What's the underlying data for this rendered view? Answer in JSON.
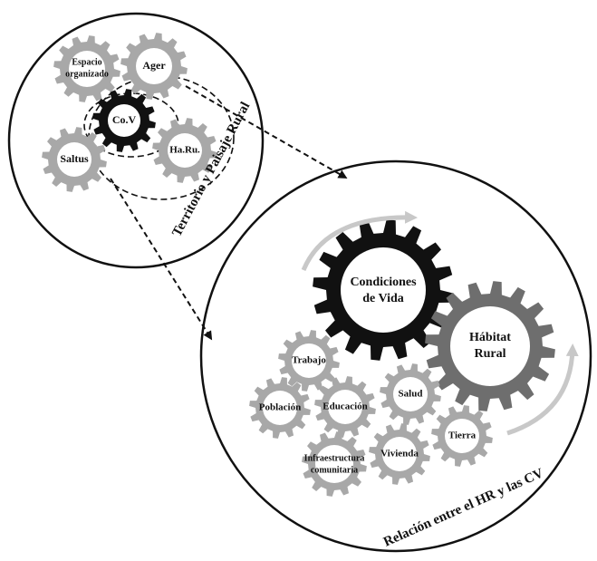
{
  "colors": {
    "black_gear": "#111111",
    "dark_gear": "#6e6e6e",
    "light_gear": "#a8a8a8",
    "arrow_light": "#c8c8c8",
    "background": "#ffffff"
  },
  "small_circle": {
    "caption": "Territorio y Paisaje Rural",
    "gears": {
      "espacio_line1": "Espacio",
      "espacio_line2": "organizado",
      "ager": "Ager",
      "cov": "Co.V",
      "saltus": "Saltus",
      "haru": "Ha.Ru."
    }
  },
  "large_circle": {
    "caption": "Relación entre el HR y las CV",
    "gears": {
      "condiciones_line1": "Condiciones",
      "condiciones_line2": "de Vida",
      "habitat_line1": "Hábitat",
      "habitat_line2": "Rural",
      "trabajo": "Trabajo",
      "poblacion": "Población",
      "educacion": "Educación",
      "salud": "Salud",
      "tierra": "Tierra",
      "vivienda": "Vivienda",
      "infra_line1": "Infraestructura",
      "infra_line2": "comunitaria"
    }
  }
}
